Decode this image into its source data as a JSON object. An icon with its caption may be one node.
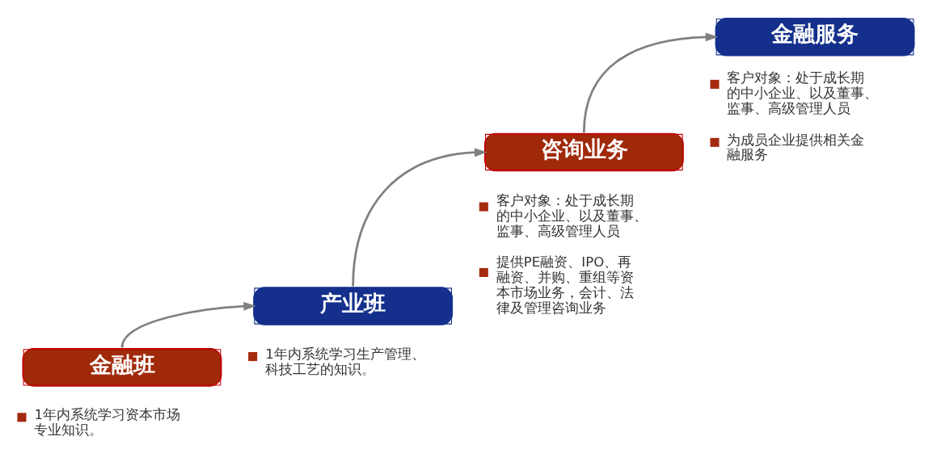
{
  "diagram": {
    "nodes": [
      {
        "text": [
          "金融班"
        ],
        "beside": [
          "1年内系统学习资本市场专业知识。"
        ]
      },
      {
        "text": [
          "产业班"
        ],
        "beside": [
          "1年内系统学习生产管理、科技工艺的知识。"
        ]
      },
      {
        "text": [
          "咨询业务"
        ],
        "beside": [
          "客户对象：处于成长期的中小企业、以及董事、监事、高级管理人员",
          "提供PE融资、IPO、再融资、并购、重组等资本市场业务，会计、法律及管理咨询业务"
        ]
      },
      {
        "text": [
          "金融服务"
        ],
        "beside": [
          "客户对象：处于成长期的中小企业、以及董事、监事、高级管理人员",
          "为成员企业提供相关金融服务"
        ]
      }
    ],
    "edges": [
      {
        "from": 0,
        "to": 1,
        "arrow": "to"
      },
      {
        "from": 1,
        "to": 2,
        "arrow": "to"
      },
      {
        "from": 2,
        "to": 3,
        "arrow": "to"
      }
    ]
  }
}
